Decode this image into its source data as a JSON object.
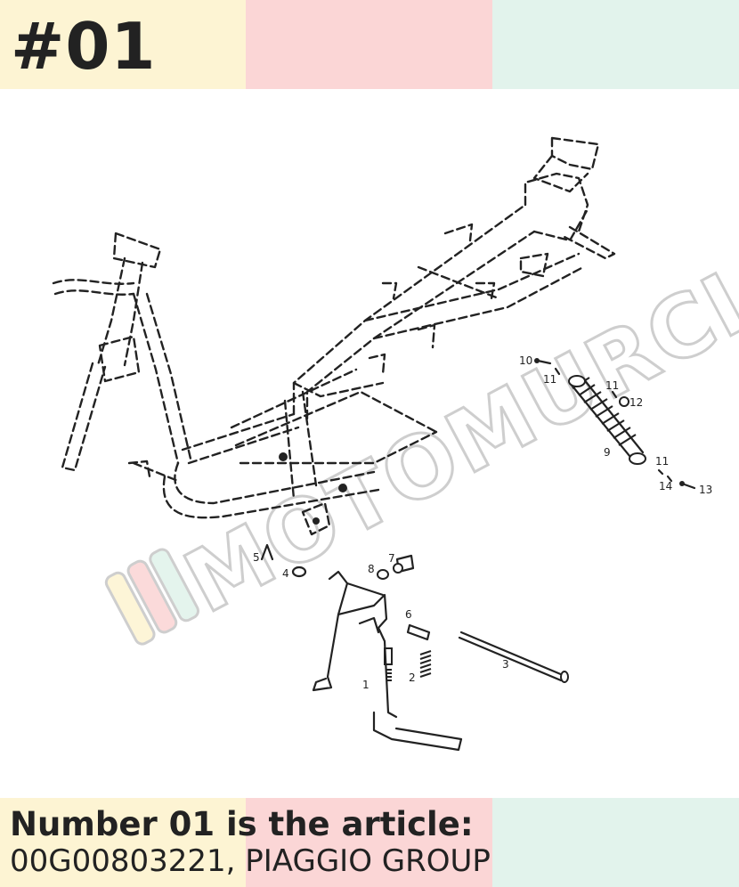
{
  "header": {
    "number": "#01"
  },
  "footer": {
    "line1": "Number 01 is the article:",
    "line2": "00G00803221, PIAGGIO GROUP"
  },
  "colors": {
    "yellow": "#fdf4d3",
    "pink": "#fbd6d6",
    "mint": "#e2f3ec",
    "text": "#222222"
  },
  "watermark": {
    "text": "MOTOMURCIA"
  },
  "callouts": [
    {
      "id": "1",
      "label": "1"
    },
    {
      "id": "2",
      "label": "2"
    },
    {
      "id": "3",
      "label": "3"
    },
    {
      "id": "4",
      "label": "4"
    },
    {
      "id": "5",
      "label": "5"
    },
    {
      "id": "6",
      "label": "6"
    },
    {
      "id": "7",
      "label": "7"
    },
    {
      "id": "8",
      "label": "8"
    },
    {
      "id": "9",
      "label": "9"
    },
    {
      "id": "10",
      "label": "10"
    },
    {
      "id": "11a",
      "label": "11"
    },
    {
      "id": "11b",
      "label": "11"
    },
    {
      "id": "11c",
      "label": "11"
    },
    {
      "id": "12",
      "label": "12"
    },
    {
      "id": "13",
      "label": "13"
    },
    {
      "id": "14",
      "label": "14"
    }
  ]
}
